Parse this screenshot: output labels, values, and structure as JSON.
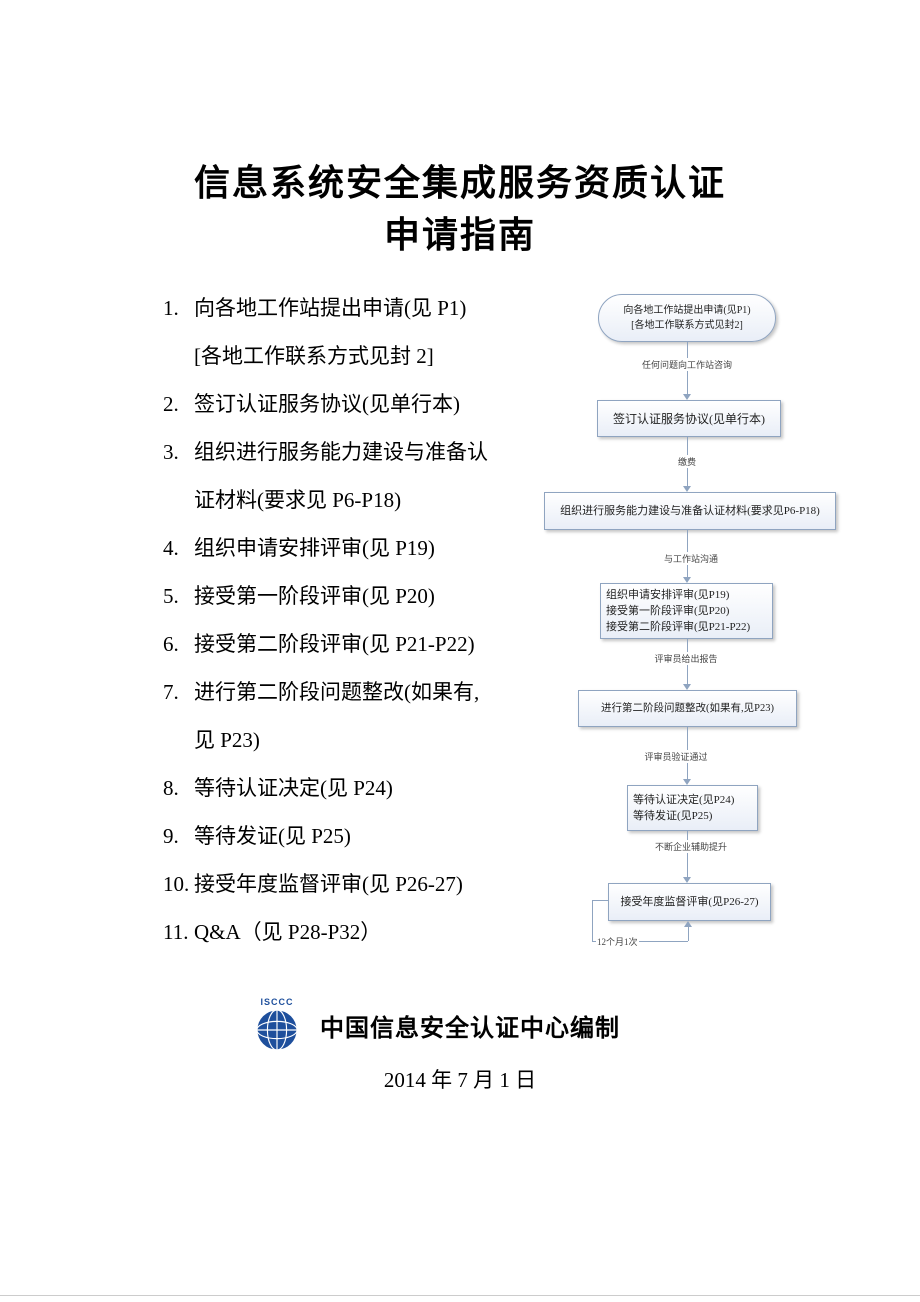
{
  "title": {
    "line1": "信息系统安全集成服务资质认证",
    "line2": "申请指南"
  },
  "list": {
    "items": [
      {
        "num": "1.",
        "line1": "向各地工作站提出申请(见 P1)",
        "line2": "[各地工作联系方式见封 2]"
      },
      {
        "num": "2.",
        "line1": "签订认证服务协议(见单行本)",
        "line2": ""
      },
      {
        "num": "3.",
        "line1": "组织进行服务能力建设与准备认",
        "line2": "证材料(要求见 P6-P18)"
      },
      {
        "num": "4.",
        "line1": "组织申请安排评审(见 P19)",
        "line2": ""
      },
      {
        "num": "5.",
        "line1": "接受第一阶段评审(见 P20)",
        "line2": ""
      },
      {
        "num": "6.",
        "line1": "接受第二阶段评审(见 P21-P22)",
        "line2": ""
      },
      {
        "num": "7.",
        "line1": "进行第二阶段问题整改(如果有,",
        "line2": "见 P23)"
      },
      {
        "num": "8.",
        "line1": "等待认证决定(见 P24)",
        "line2": ""
      },
      {
        "num": "9.",
        "line1": "等待发证(见 P25)",
        "line2": ""
      },
      {
        "num": "10.",
        "line1": "接受年度监督评审(见 P26-27)",
        "line2": ""
      },
      {
        "num": "11.",
        "line1": "Q&A（见 P28-P32）",
        "line2": ""
      }
    ]
  },
  "flowchart": {
    "nodes": [
      {
        "line1": "向各地工作站提出申请(见P1)",
        "line2": "[各地工作联系方式见封2]",
        "line3": ""
      },
      {
        "line1": "签订认证服务协议(见单行本)",
        "line2": "",
        "line3": ""
      },
      {
        "line1": "组织进行服务能力建设与准备认证材料(要求见P6-P18)",
        "line2": "",
        "line3": ""
      },
      {
        "line1": "组织申请安排评审(见P19)",
        "line2": "接受第一阶段评审(见P20)",
        "line3": "接受第二阶段评审(见P21-P22)"
      },
      {
        "line1": "进行第二阶段问题整改(如果有,见P23)",
        "line2": "",
        "line3": ""
      },
      {
        "line1": "等待认证决定(见P24)",
        "line2": "等待发证(见P25)",
        "line3": ""
      },
      {
        "line1": "接受年度监督评审(见P26-27)",
        "line2": "",
        "line3": ""
      }
    ],
    "edge_labels": [
      "任何问题向工作站咨询",
      "缴费",
      "与工作站沟通",
      "评审员给出报告",
      "评审员验证通过",
      "不断企业辅助提升",
      "12个月1次"
    ]
  },
  "footer": {
    "logo_text": "ISCCC",
    "org": "中国信息安全认证中心编制",
    "date": "2014 年 7 月 1 日"
  },
  "colors": {
    "node_border": "#8fa4c0",
    "node_fill": "#e9eef7",
    "connector": "#8fa4c0",
    "logo_blue": "#1e4f9c",
    "text": "#000000"
  }
}
